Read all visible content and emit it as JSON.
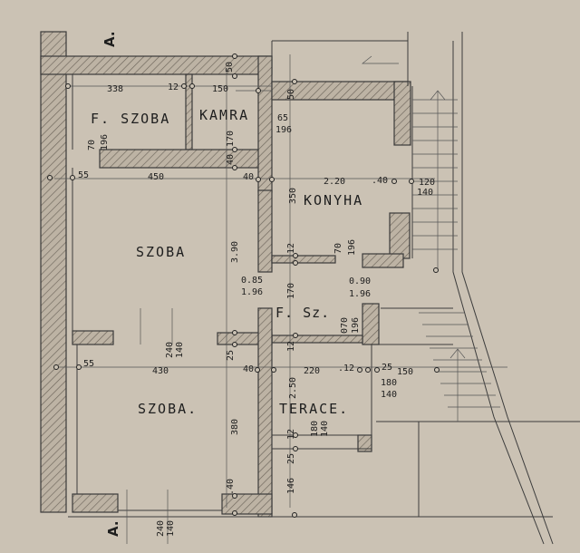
{
  "plan": {
    "section_marks": [
      "A.",
      "A."
    ],
    "rooms": {
      "f_szoba": "F. SZOBA",
      "kamra": "KAMRA",
      "szoba_upper": "SZOBA",
      "konyha": "KONYHA",
      "f_sz": "F. Sz.",
      "szoba_lower": "SZOBA.",
      "terace": "TERACE."
    },
    "dimensions": {
      "d338": "338",
      "d12a": "12",
      "d150": "150",
      "d50a": "50",
      "d50b": "50",
      "d65": "65",
      "d196a": "196",
      "d170": "170",
      "d70a": "70",
      "d196b": "196",
      "d55a": "55",
      "d450": "450",
      "d40a": "40",
      "d40b": "40",
      "d220a": "2.20",
      "d40c": ".40",
      "d120": "120",
      "d140a": "140",
      "d350": "350",
      "d390": "3.90",
      "d12b": "12",
      "d70b": "70",
      "d196c": "196",
      "d085": "0.85",
      "d196d": "1.96",
      "d090": "0.90",
      "d196e": "1.96",
      "d170b": "170",
      "d070": "070",
      "d196f": "196",
      "d240a": "240",
      "d140b": "140",
      "d25a": "25",
      "d12c": "12",
      "d55b": "55",
      "d430": "430",
      "d40d": "40",
      "d220b": "220",
      "d12d": ".12",
      "d25b": ".25",
      "d150b": "150",
      "d180": "180",
      "d140c": "140",
      "d250": "2.50",
      "d380": "380",
      "d12e": "12",
      "d180b": "180",
      "d140d": "140",
      "d25c": "25",
      "d40e": ".40",
      "d146": "146",
      "d240b": "240",
      "d140e": "140"
    }
  }
}
